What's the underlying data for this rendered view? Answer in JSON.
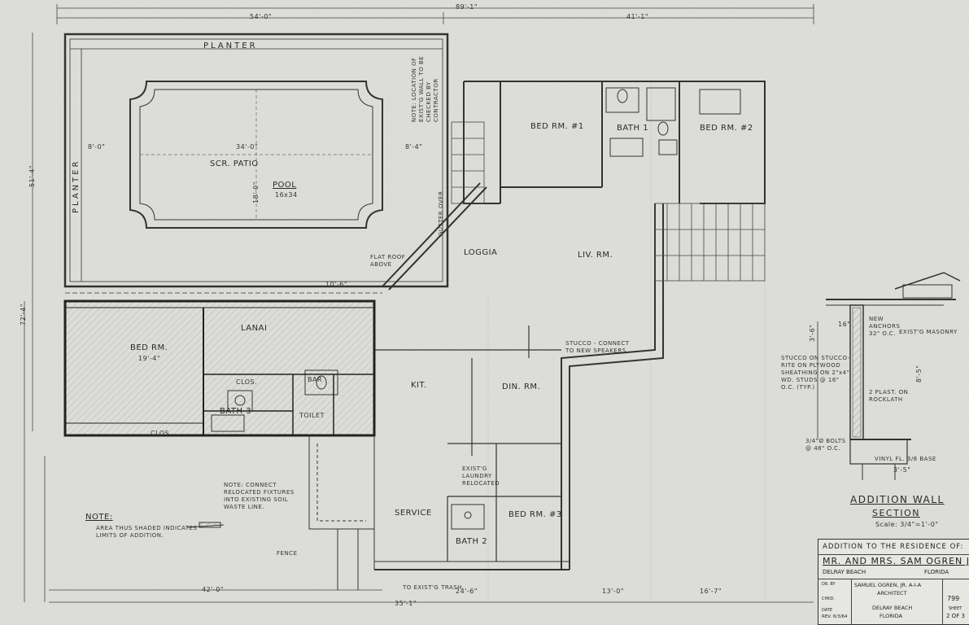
{
  "rooms": {
    "scr_patio": "SCR. PATIO",
    "pool": "POOL",
    "pool_size": "16x34",
    "bedroom_1": "BED RM. #1",
    "bedroom_2": "BED RM. #2",
    "bedroom_3": "BED RM. #3",
    "bedroom_lanai": "BED RM.",
    "bath_1": "BATH 1",
    "bath_2": "BATH 2",
    "bath_3": "BATH 3",
    "loggia": "LOGGIA",
    "living_room": "LIV. RM.",
    "lanai": "LANAI",
    "kitchen": "KIT.",
    "dining_room": "DIN. RM.",
    "service": "SERVICE",
    "planter_top": "PLANTER",
    "planter_left": "PLANTER",
    "bar": "BAR",
    "toilet": "TOILET",
    "clos_1": "CLOS.",
    "clos_2": "CLOS."
  },
  "dimensions": {
    "top_overall": "89'-1\"",
    "top_left": "54'-0\"",
    "top_right": "41'-1\"",
    "pool_length": "34'-0\"",
    "pool_width": "18'-0\"",
    "left_offset": "8'-0\"",
    "right_offset": "8'-4\"",
    "bottom_left": "42'-0\"",
    "bottom_mid": "35'-1\"",
    "bottom_a": "24'-6\"",
    "bottom_b": "13'-0\"",
    "bottom_c": "16'-7\"",
    "left_side": "51'-4\"",
    "left_lower": "72'-4\"",
    "lanai_depth": "10'-6\"",
    "bedrm_width": "19'-4\""
  },
  "notes": {
    "note_title": "NOTE:",
    "note_body": "AREA THUS SHADED INDICATES LIMITS OF ADDITION.",
    "note2_body": "NOTE: CONNECT RELOCATED FIXTURES INTO EXISTING SOIL WASTE LINE.",
    "stucco_note": "STUCCO - CONNECT TO NEW SPEAKERS",
    "laundry_note": "EXIST'G LAUNDRY RELOCATED",
    "gutter_note": "GUTTER OVER",
    "flat_roof_note": "FLAT ROOF ABOVE",
    "wall_note": "NOTE: LOCATION OF EXIST'G WALL TO BE CHECKED BY CONTRACTOR",
    "trash_note": "TO EXIST'G TRASH.",
    "fence_note": "FENCE"
  },
  "section": {
    "title": "ADDITION WALL",
    "subtitle": "SECTION",
    "scale": "Scale: 3/4\"=1'-0\"",
    "stucco": "STUCCO ON STUCCO-RITE ON PLYWOOD SHEATHING ON 2\"x4\" WD. STUDS @ 16\" O.C. (TYP.)",
    "plaster": "2 PLAST. ON ROCKLATH",
    "bolts": "3/4\"Ø BOLTS @ 48\" O.C.",
    "vinyl": "VINYL FL. 3/8 BASE",
    "exist_masonry": "EXIST'G MASONRY",
    "anchors": "NEW ANCHORS 32\" O.C.",
    "dim_16": "16\"",
    "dim_36": "3'-6\"",
    "dim_85": "8'-5\"",
    "dim_35": "3'-5\""
  },
  "title_block": {
    "line1": "ADDITION TO THE RESIDENCE OF:",
    "client": "MR. AND MRS. SAM OGREN JR.",
    "city_left": "DELRAY BEACH",
    "state": "FLORIDA",
    "architect": "SAMUEL OGREN, JR. A-I-A",
    "architect_title": "ARCHITECT",
    "arch_city": "DELRAY BEACH",
    "arch_state": "FLORIDA",
    "drawn_by": "DR. BY",
    "checked": "CHKD.",
    "date_label": "DATE",
    "date": "REV. 6/3/64",
    "job_no": "799",
    "sheet_label": "SHEET",
    "sheet": "2 OF 3"
  }
}
